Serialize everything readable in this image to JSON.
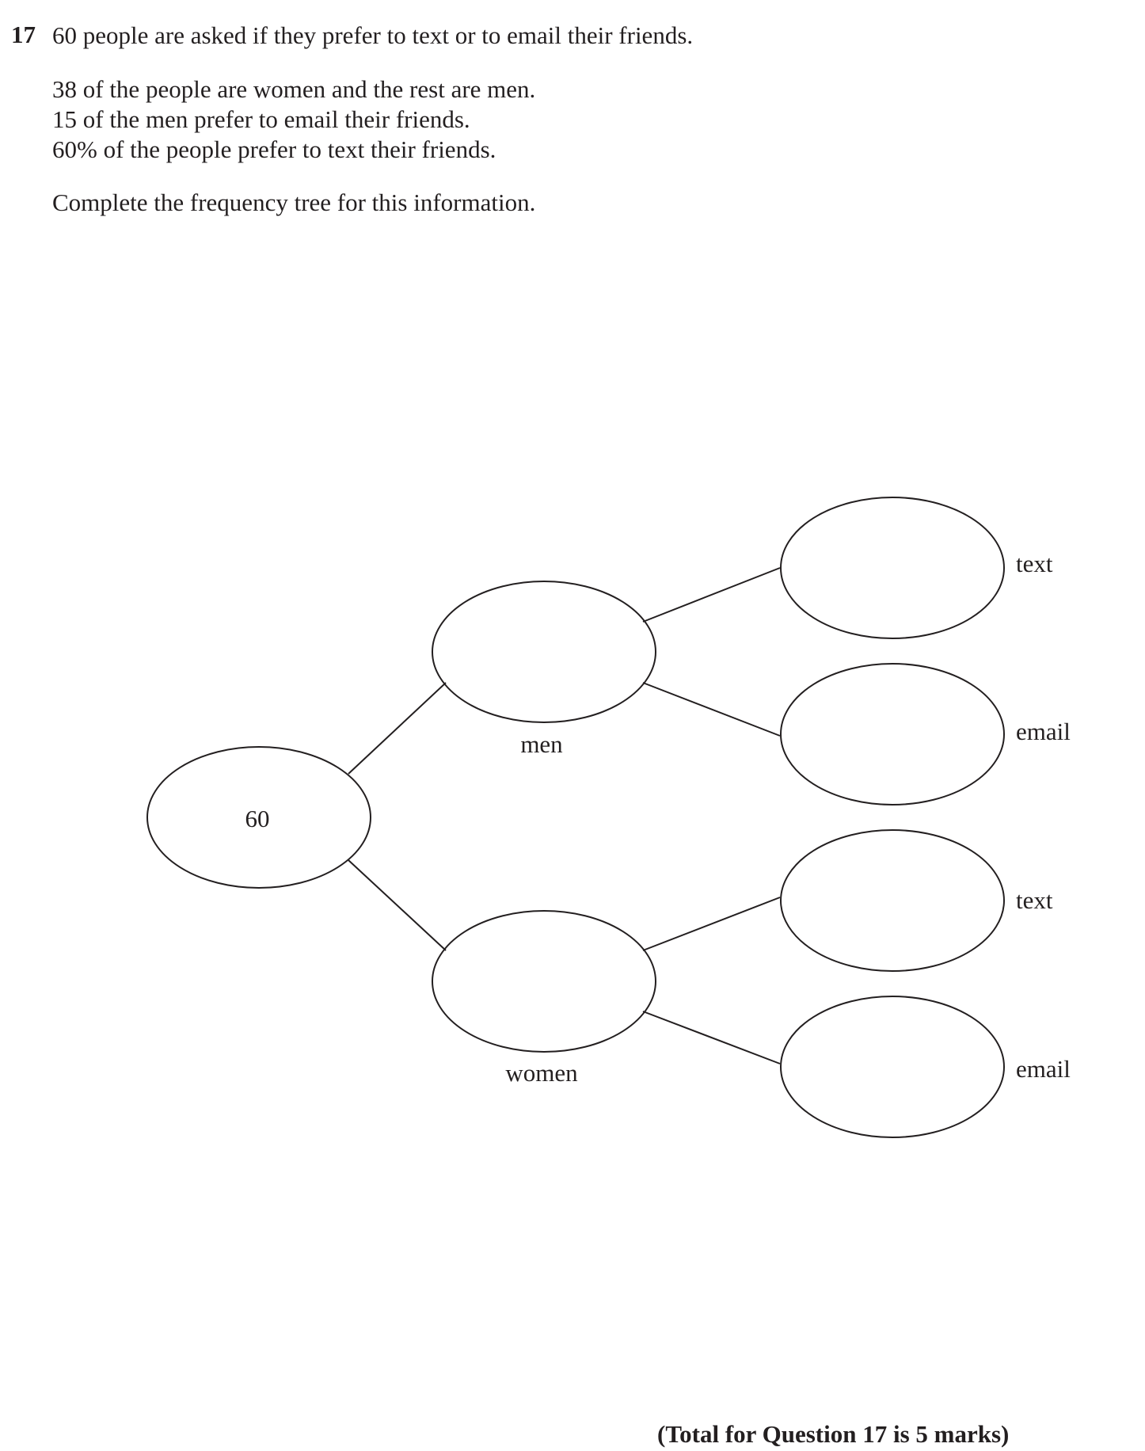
{
  "question": {
    "number": "17",
    "intro": "60 people are asked if they prefer to text or to email their friends.",
    "facts": [
      "38 of the people are women and the rest are men.",
      "15 of the men prefer to email their friends.",
      "60% of the people prefer to text their friends."
    ],
    "instruction": "Complete the frequency tree for this information."
  },
  "tree": {
    "root_value": "60",
    "branch_labels": {
      "men": "men",
      "women": "women"
    },
    "leaf_labels": {
      "men_text": "text",
      "men_email": "email",
      "women_text": "text",
      "women_email": "email"
    }
  },
  "footer": {
    "total": "(Total for Question 17 is 5 marks)"
  }
}
